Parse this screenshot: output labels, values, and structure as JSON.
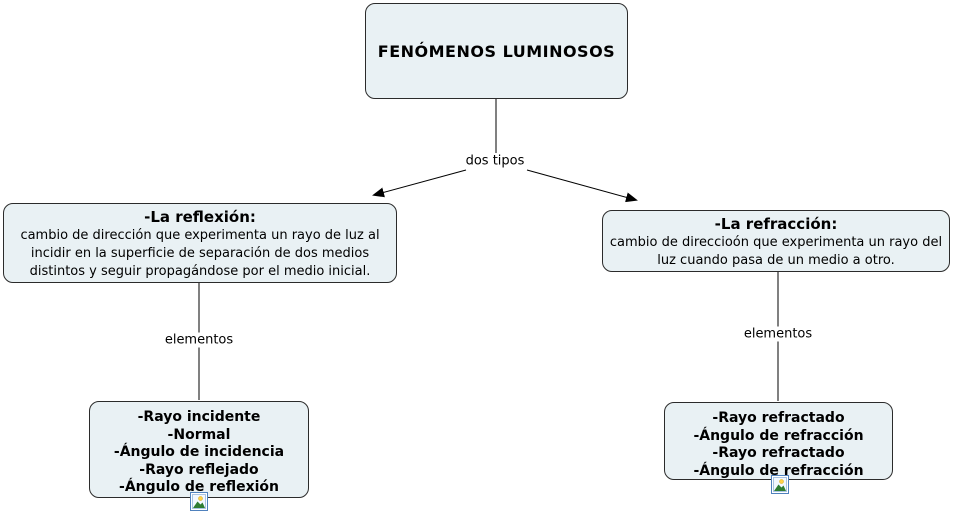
{
  "colors": {
    "node_fill": "#e9f1f4",
    "node_border": "#2b2b2b",
    "text": "#000000",
    "icon_frame": "#4f81bd"
  },
  "root_node": {
    "label": "FENÓMENOS LUMINOSOS"
  },
  "links": {
    "types_label": "dos tipos",
    "reflection_elements_label": "elementos",
    "refraction_elements_label": "elementos"
  },
  "reflection_node": {
    "heading": "-La reflexión:",
    "body": "cambio de dirección que experimenta un rayo de luz al incidir en la superficie de separación de dos medios distintos y seguir propagándose por el medio inicial."
  },
  "refraction_node": {
    "heading": "-La refracción:",
    "body": "cambio de direccioón que experimenta un rayo del luz cuando pasa de un medio a otro."
  },
  "reflection_elements_node": {
    "lines": [
      "-Rayo incidente",
      "-Normal",
      "-Ángulo de incidencia",
      "-Rayo reflejado",
      "-Ángulo de reflexión"
    ]
  },
  "refraction_elements_node": {
    "lines": [
      "-Rayo refractado",
      "-Ángulo de refracción",
      "-Rayo refractado",
      "-Ángulo de refracción"
    ]
  }
}
